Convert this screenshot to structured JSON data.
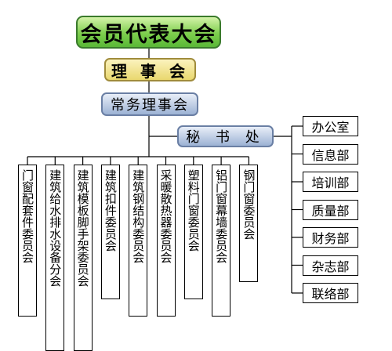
{
  "top": {
    "assembly": "会员代表大会",
    "council": "理 事 会",
    "standing": "常务理事会",
    "secretariat": "秘 书 处"
  },
  "departments": [
    "办公室",
    "信息部",
    "培训部",
    "质量部",
    "财务部",
    "杂志部",
    "联络部"
  ],
  "committees": [
    "门窗配套件委员会",
    "建筑给水排水设备分会",
    "建筑模板脚手架委员会",
    "建筑扣件委员会",
    "建筑钢结构委员会",
    "采暖散热器委员会",
    "塑料门窗委员会",
    "铝门窗幕墙委员会",
    "钢门窗委员会"
  ],
  "colors": {
    "assembly_fill": "#7dce4d",
    "council_fill": "#e9d76e",
    "standing_fill": "#9cb2d4",
    "line": "#000000"
  }
}
